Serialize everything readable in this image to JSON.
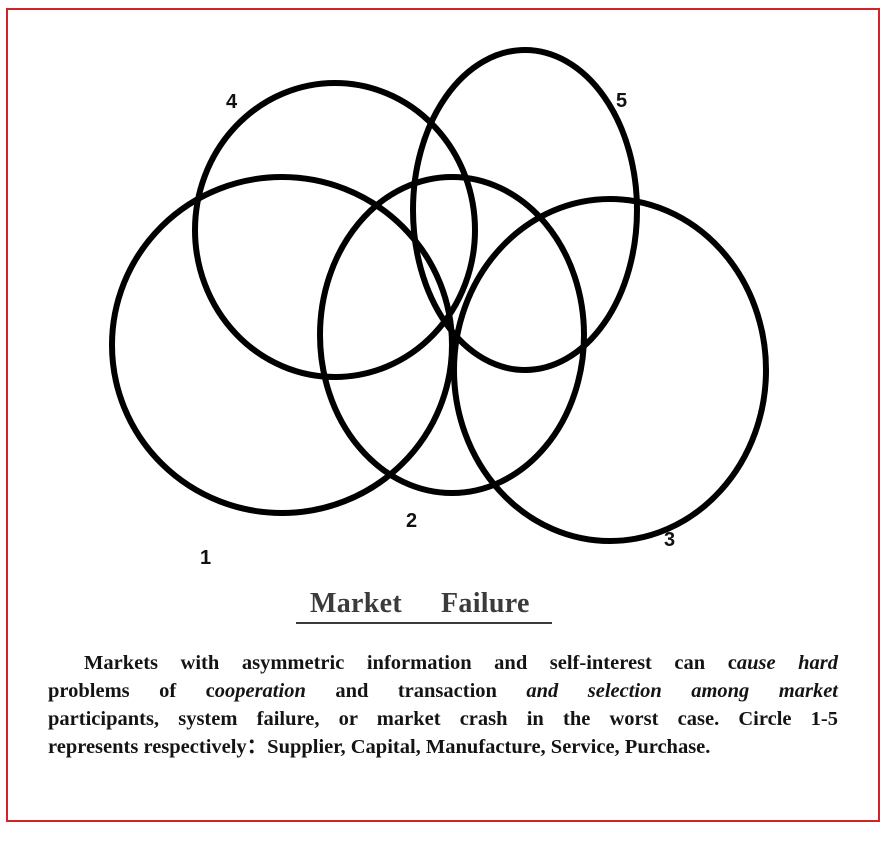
{
  "diagram": {
    "circles": [
      {
        "id": 1,
        "label": "1"
      },
      {
        "id": 2,
        "label": "2"
      },
      {
        "id": 3,
        "label": "3"
      },
      {
        "id": 4,
        "label": "4"
      },
      {
        "id": 5,
        "label": "5"
      }
    ],
    "stroke_color": "#000000"
  },
  "title": {
    "word1": "Market",
    "word2": "Failure"
  },
  "caption": {
    "l1_a": "Markets with asymmetric information and self-interest can c",
    "l1_b": "ause hard",
    "l2_a": "problems of c",
    "l2_b": "ooperation",
    "l2_c": " and transaction ",
    "l2_d": "and selection among market",
    "l3": "participants, system failure, or market crash in the worst case. Circle 1-5",
    "l4": "represents respectively：Supplier, Capital, Manufacture, Service, Purchase."
  },
  "colors": {
    "frame": "#d2232a",
    "title": "#3b3b3b",
    "text": "#141414"
  }
}
